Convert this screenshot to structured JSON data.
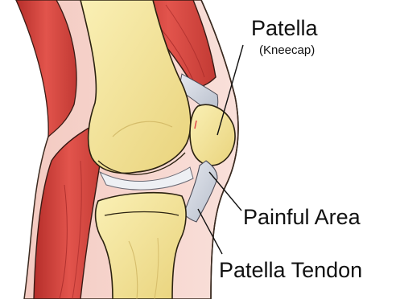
{
  "title": "",
  "labels": {
    "patella": "Patella",
    "patella_note": "(Kneecap)",
    "painful_area": "Painful Area",
    "patella_tendon": "Patella Tendon"
  },
  "colors": {
    "bone_fill": "#F3E39A",
    "bone_outline": "#2B2210",
    "muscle_red": "#D8443E",
    "muscle_dark": "#9E2424",
    "soft_tissue": "#F1C6BC",
    "skin": "#F7D9D2",
    "tendon": "#C9CFDB",
    "leader_line": "#111111",
    "inflammation": "#E05050"
  }
}
